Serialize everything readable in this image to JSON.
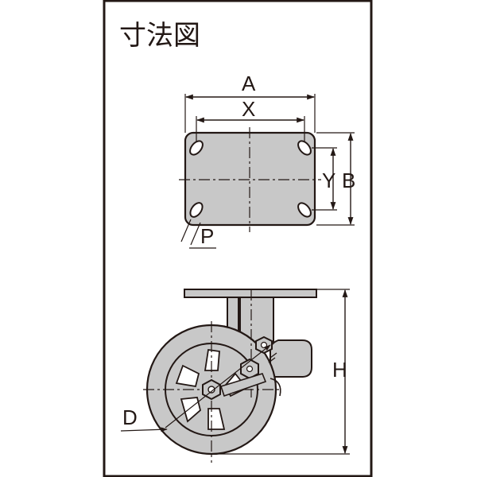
{
  "title": "寸法図",
  "labels": {
    "A": "A",
    "X": "X",
    "Y": "Y",
    "B": "B",
    "P": "P",
    "H": "H",
    "D": "D"
  },
  "colors": {
    "line": "#231815",
    "body_fill": "#c8c8c8",
    "background": "#ffffff"
  }
}
